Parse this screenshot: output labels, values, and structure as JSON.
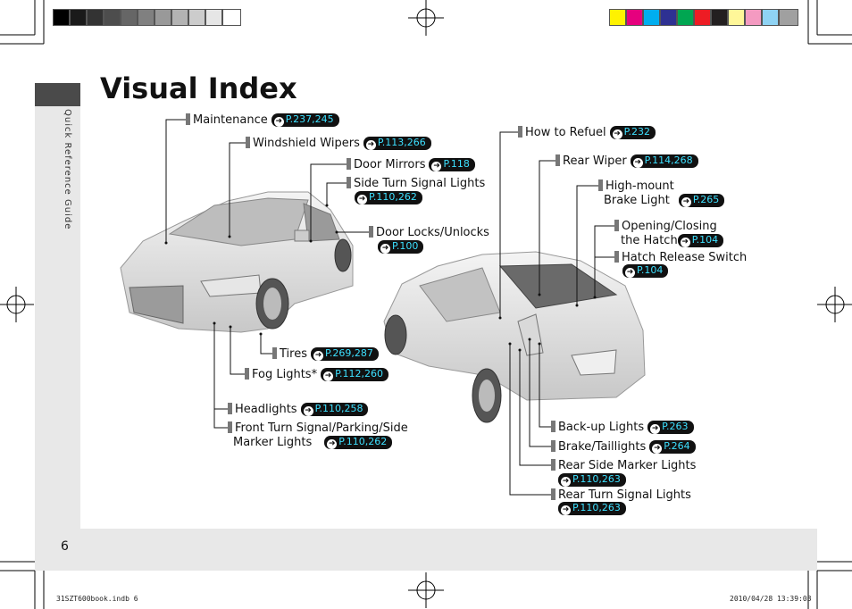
{
  "header": {
    "title": "Visual Index"
  },
  "sidebar": {
    "section": "Quick Reference Guide"
  },
  "page": {
    "number": "6"
  },
  "print": {
    "file": "31SZT600book.indb   6",
    "timestamp": "2010/04/28   13:39:03"
  },
  "colors": {
    "gray_bar": [
      "#000000",
      "#1a1a1a",
      "#333333",
      "#4d4d4d",
      "#666666",
      "#808080",
      "#999999",
      "#b3b3b3",
      "#cccccc",
      "#e6e6e6",
      "#ffffff"
    ],
    "color_bar": [
      "#fff200",
      "#e6007e",
      "#00aeef",
      "#2e3192",
      "#00a651",
      "#ed1c24",
      "#231f20",
      "#fff799",
      "#f49ac1",
      "#8fd3f4",
      "#a0a0a0"
    ],
    "ref_text": "#3de0ff"
  },
  "callouts": {
    "maintenance": {
      "label": "Maintenance",
      "ref": "P.237,245"
    },
    "wipers": {
      "label": "Windshield Wipers",
      "ref": "P.113,266"
    },
    "mirrors": {
      "label": "Door Mirrors",
      "ref": "P.118"
    },
    "side_turn": {
      "label": "Side Turn Signal Lights",
      "ref": "P.110,262"
    },
    "door_locks": {
      "label": "Door Locks/Unlocks",
      "ref": "P.100"
    },
    "tires": {
      "label": "Tires",
      "ref": "P.269,287"
    },
    "fog": {
      "label": "Fog Lights*",
      "ref": "P.112,260"
    },
    "headlights": {
      "label": "Headlights",
      "ref": "P.110,258"
    },
    "front_turn_1": {
      "label": "Front Turn Signal/Parking/Side"
    },
    "front_turn_2": {
      "label": "Marker Lights",
      "ref": "P.110,262"
    },
    "refuel": {
      "label": "How to Refuel",
      "ref": "P.232"
    },
    "rear_wiper": {
      "label": "Rear Wiper",
      "ref": "P.114,268"
    },
    "brake_light_1": {
      "label": "High-mount"
    },
    "brake_light_2": {
      "label": "Brake Light",
      "ref": "P.265"
    },
    "hatch_1": {
      "label": "Opening/Closing"
    },
    "hatch_2": {
      "label": "the Hatch",
      "ref": "P.104"
    },
    "hatch_release": {
      "label": "Hatch Release Switch",
      "ref": "P.104"
    },
    "backup": {
      "label": "Back-up Lights",
      "ref": "P.263"
    },
    "taillights": {
      "label": "Brake/Taillights",
      "ref": "P.264"
    },
    "rear_marker": {
      "label": "Rear Side Marker Lights",
      "ref": "P.110,263"
    },
    "rear_turn": {
      "label": "Rear Turn Signal Lights",
      "ref": "P.110,263"
    }
  }
}
